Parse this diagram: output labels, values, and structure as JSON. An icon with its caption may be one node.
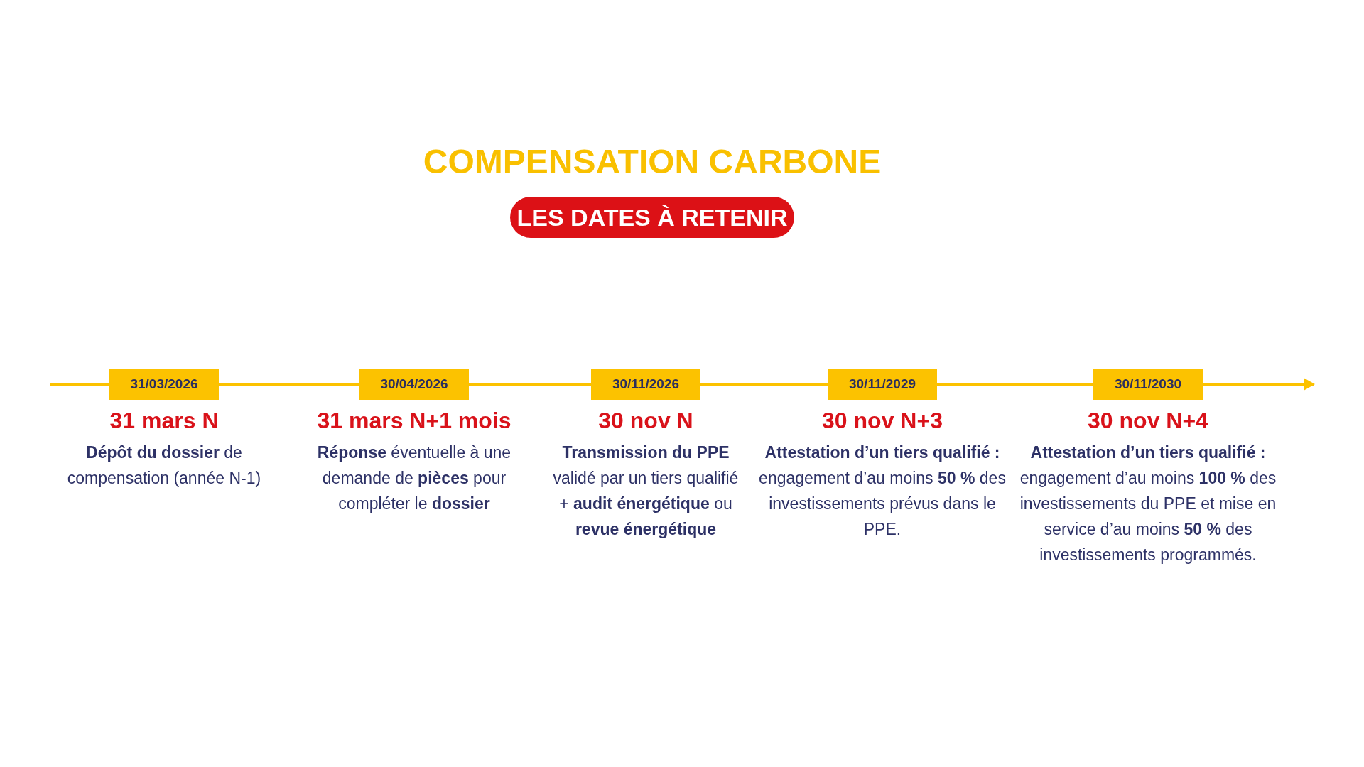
{
  "diagram": {
    "title": "COMPENSATION CARBONE",
    "nodes": [
      {
        "text": [
          "LES DATES À RETENIR"
        ]
      },
      {
        "text": [
          "31/03/2026"
        ],
        "beside": [
          "31 mars N",
          "**Dépôt du dossier** de compensation (année N-1)"
        ]
      },
      {
        "text": [
          "30/04/2026"
        ],
        "beside": [
          "31 mars N+1 mois",
          "**Réponse** éventuelle à une demande de **pièces** pour compléter le **dossier**"
        ]
      },
      {
        "text": [
          "30/11/2026"
        ],
        "beside": [
          "30 nov N",
          "**Transmission du PPE** validé par un tiers qualifié + **audit énergétique** ou **revue énergétique**"
        ]
      },
      {
        "text": [
          "30/11/2029"
        ],
        "beside": [
          "30 nov N+3",
          "**Attestation d’un tiers qualifié :** engagement d’au moins **50 %** des investissements prévus dans le PPE."
        ]
      },
      {
        "text": [
          "30/11/2030"
        ],
        "beside": [
          "30 nov N+4",
          "**Attestation d’un tiers qualifié :** engagement d’au moins **100 %** des investissements du PPE et mise en service d’au moins **50 %** des investissements programmés."
        ]
      }
    ],
    "edges": [
      {
        "from": null,
        "to": 1,
        "arrow": "none"
      },
      {
        "from": 1,
        "to": 2,
        "arrow": "none"
      },
      {
        "from": 2,
        "to": 3,
        "arrow": "none"
      },
      {
        "from": 3,
        "to": 4,
        "arrow": "none"
      },
      {
        "from": 4,
        "to": 5,
        "arrow": "none"
      },
      {
        "from": 5,
        "to": null,
        "arrow": "to"
      }
    ]
  }
}
